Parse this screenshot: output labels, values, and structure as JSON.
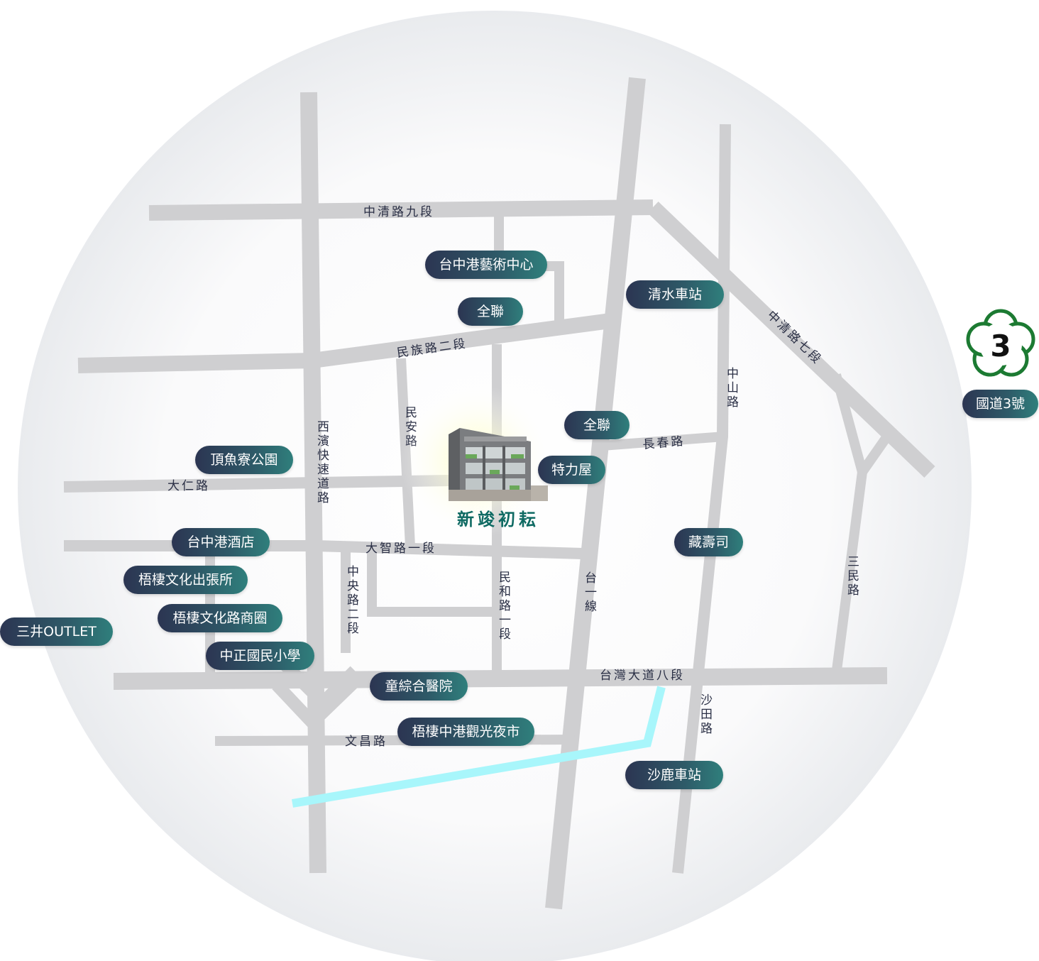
{
  "map": {
    "roads": {
      "zhongqing_9": "中清路九段",
      "minzu_2": "民族路二段",
      "zhongqing_7": "中清路七段",
      "zhongshan": "中山路",
      "minan": "民安路",
      "xibin": "西濱快速道路",
      "changchun": "長春路",
      "daren": "大仁路",
      "dazhi_1": "大智路一段",
      "zhongyang_2": "中央路二段",
      "minhe_1": "民和路一段",
      "tai1": "台一線",
      "sanmin": "三民路",
      "taiwan_ave_8": "台灣大道八段",
      "shatian": "沙田路",
      "wenchang": "文昌路"
    },
    "pois": {
      "art_center": "台中港藝術中心",
      "pxmart_top": "全聯",
      "qingshui_station": "清水車站",
      "pxmart_mid": "全聯",
      "toolsmart": "特力屋",
      "dingyuliao_park": "頂魚寮公園",
      "harbor_hotel": "台中港酒店",
      "wuqi_office": "梧棲文化出張所",
      "wuqi_shopping": "梧棲文化路商圈",
      "mitsui_outlet": "三井OUTLET",
      "zhongzheng_school": "中正國民小學",
      "children_hospital": "童綜合醫院",
      "night_market": "梧棲中港觀光夜市",
      "sushiro": "藏壽司",
      "shalu_station": "沙鹿車站",
      "freeway3": "國道3號"
    },
    "highway_shield_number": "3",
    "project_name": "新竣初耘"
  },
  "colors": {
    "road": "#cfcfd1",
    "canal": "#a8f6fb",
    "pill_start": "#2c3552",
    "pill_end": "#2f7f7c",
    "shield": "#1c7a32",
    "brand": "#0f6a63"
  }
}
